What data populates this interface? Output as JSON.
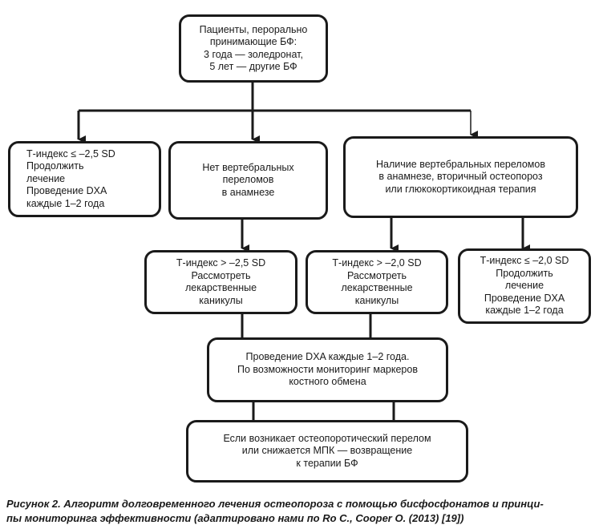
{
  "diagram": {
    "boxes": {
      "patients": [
        "Пациенты, перорально",
        "принимающие БФ:",
        "3 года — золедронат,",
        "5 лет — другие БФ"
      ],
      "t_le_25": [
        "Т-индекс ≤ –2,5 SD",
        "Продолжить",
        "лечение",
        "Проведение DXA",
        "каждые 1–2 года"
      ],
      "no_vertebral": [
        "Нет вертебральных",
        "переломов",
        "в анамнезе"
      ],
      "has_vertebral": [
        "Наличие вертебральных переломов",
        "в анамнезе, вторичный остеопороз",
        "или глюкокортикоидная терапия"
      ],
      "t_gt_25": [
        "Т-индекс > –2,5 SD",
        "Рассмотреть",
        "лекарственные",
        "каникулы"
      ],
      "t_gt_20": [
        "Т-индекс > –2,0 SD",
        "Рассмотреть",
        "лекарственные",
        "каникулы"
      ],
      "t_le_20": [
        "Т-индекс ≤ –2,0 SD",
        "Продолжить",
        "лечение",
        "Проведение DXA",
        "каждые 1–2 года"
      ],
      "dxa_monitoring": [
        "Проведение DXA каждые 1–2 года.",
        "По возможности мониторинг маркеров",
        "костного обмена"
      ],
      "fracture_return": [
        "Если возникает остеопоротический перелом",
        "или снижается МПК — возвращение",
        "к терапии БФ"
      ]
    }
  },
  "caption": {
    "line1": "Рисунок 2. Алгоритм долговременного лечения остеопороза с помощью бисфосфонатов и принци-",
    "line2": "пы мониторинга эффективности (адаптировано нами по Ro C., Cooper O. (2013) [19])"
  },
  "colors": {
    "line": "#1a1a1a",
    "box_border": "#1a1a1a",
    "background": "#ffffff"
  }
}
